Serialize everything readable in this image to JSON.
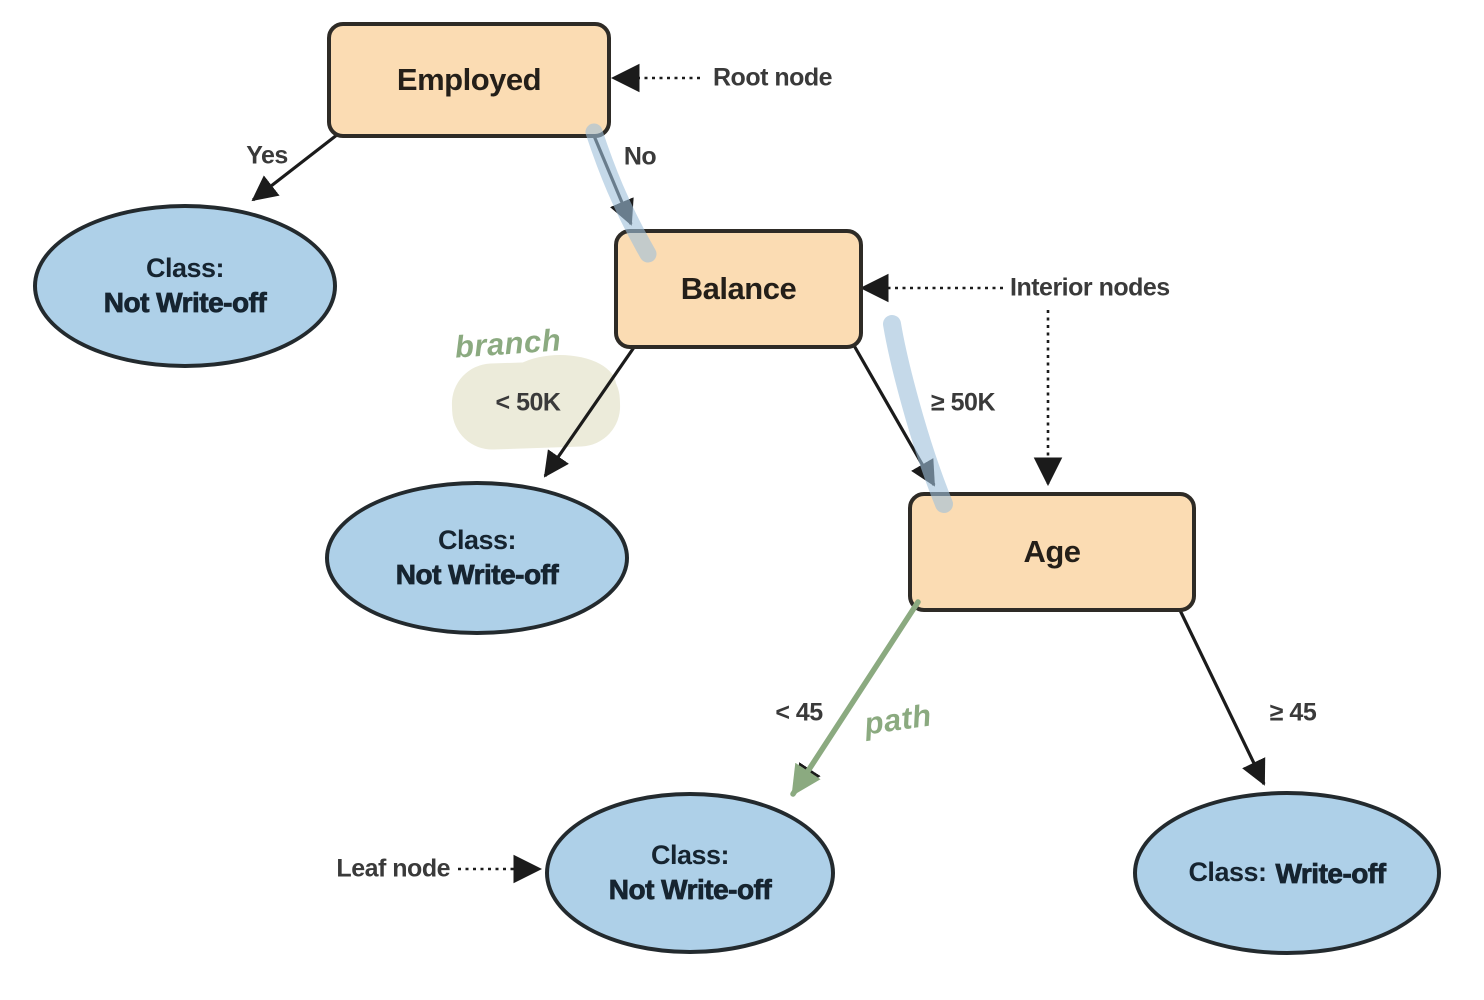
{
  "diagram": {
    "nodes": {
      "root": {
        "label": "Employed"
      },
      "balance": {
        "label": "Balance"
      },
      "age": {
        "label": "Age"
      }
    },
    "leaves": {
      "employed_yes": {
        "prefix": "Class:",
        "value": "Not Write-off"
      },
      "balance_lt50k": {
        "prefix": "Class:",
        "value": "Not Write-off"
      },
      "age_lt45": {
        "prefix": "Class:",
        "value": "Not Write-off"
      },
      "age_ge45": {
        "prefix": "Class:",
        "value": "Write-off"
      }
    },
    "edge_labels": {
      "yes": "Yes",
      "no": "No",
      "lt50k": "< 50K",
      "ge50k": "≥ 50K",
      "lt45": "< 45",
      "ge45": "≥ 45"
    },
    "callouts": {
      "root": "Root node",
      "interior": "Interior nodes",
      "leaf": "Leaf node"
    },
    "annotations": {
      "branch": "branch",
      "path": "path"
    },
    "colors": {
      "decision_fill": "#FBDCB3",
      "leaf_fill": "#AED0E8",
      "outline": "#2E2B26",
      "edge_black": "#1B1B1B",
      "annotation_green": "#8BAA80",
      "highlight_blue": "#9FC0DA",
      "highlight_olive": "#ECEBDA"
    }
  }
}
